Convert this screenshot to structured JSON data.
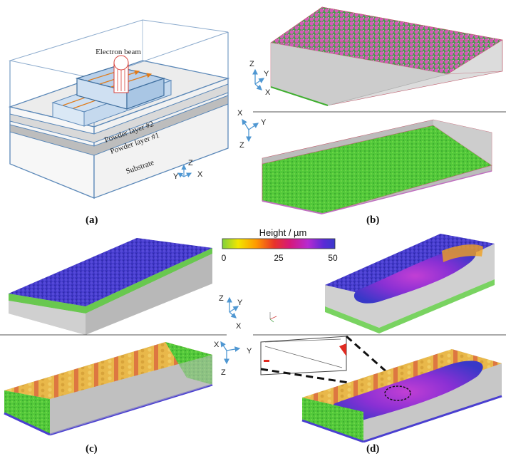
{
  "schematic": {
    "beam_label": "Electron beam",
    "layer2_label": "Powder layer #2",
    "layer1_label": "Powder layer #1",
    "substrate_label": "Substrate"
  },
  "axes": {
    "z": "Z",
    "y": "Y",
    "x": "X"
  },
  "panels": {
    "a": "(a)",
    "b": "(b)",
    "c": "(c)",
    "d": "(d)"
  },
  "legend": {
    "title": "Height / µm",
    "ticks": [
      "0",
      "25",
      "50"
    ],
    "colors": [
      "#7fd13b",
      "#f2e600",
      "#ff9900",
      "#e8332a",
      "#d6197a",
      "#b62ad1",
      "#5a2ad6",
      "#3a3acb"
    ]
  },
  "colors": {
    "particle_pink": "#d65ab8",
    "particle_green": "#4fc83a",
    "particle_blue": "#4a3fd0",
    "box_gray": "#c9c9c9",
    "schematic_blue": "#5b88b8"
  }
}
